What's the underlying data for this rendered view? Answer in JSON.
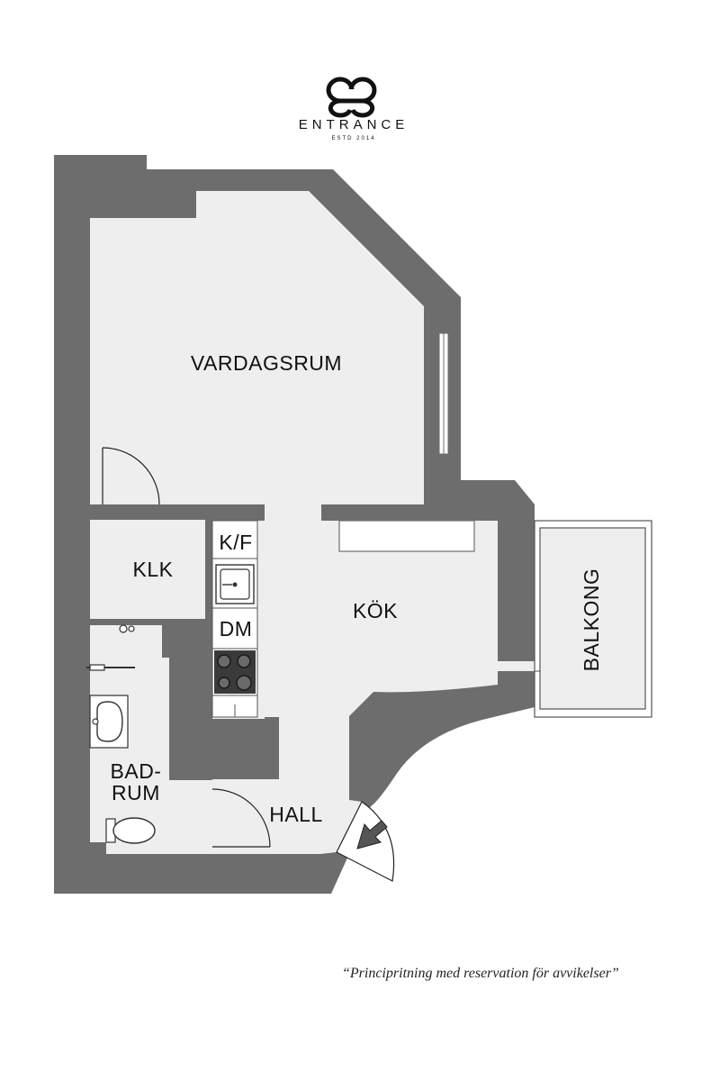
{
  "brand": {
    "name": "ENTRANCE",
    "tagline": "ESTD 2014"
  },
  "rooms": {
    "vardagsrum": "VARDAGSRUM",
    "klk": "KLK",
    "kf": "K/F",
    "dm": "DM",
    "kok": "KÖK",
    "balkong": "BALKONG",
    "badrum_line1": "BAD-",
    "badrum_line2": "RUM",
    "hall": "HALL"
  },
  "disclaimer": "“Principritning med reservation för avvikelser”",
  "colors": {
    "wall": "#6d6d6d",
    "floor": "#eeeeee",
    "fixture": "#ffffff",
    "stove": "#3a3a3a"
  },
  "icons": {
    "logo": "entrance-monogram-logo",
    "entry": "entry-arrow-icon",
    "sink": "sink-icon",
    "stove": "stove-icon",
    "toilet": "toilet-icon",
    "washbasin": "washbasin-icon"
  }
}
